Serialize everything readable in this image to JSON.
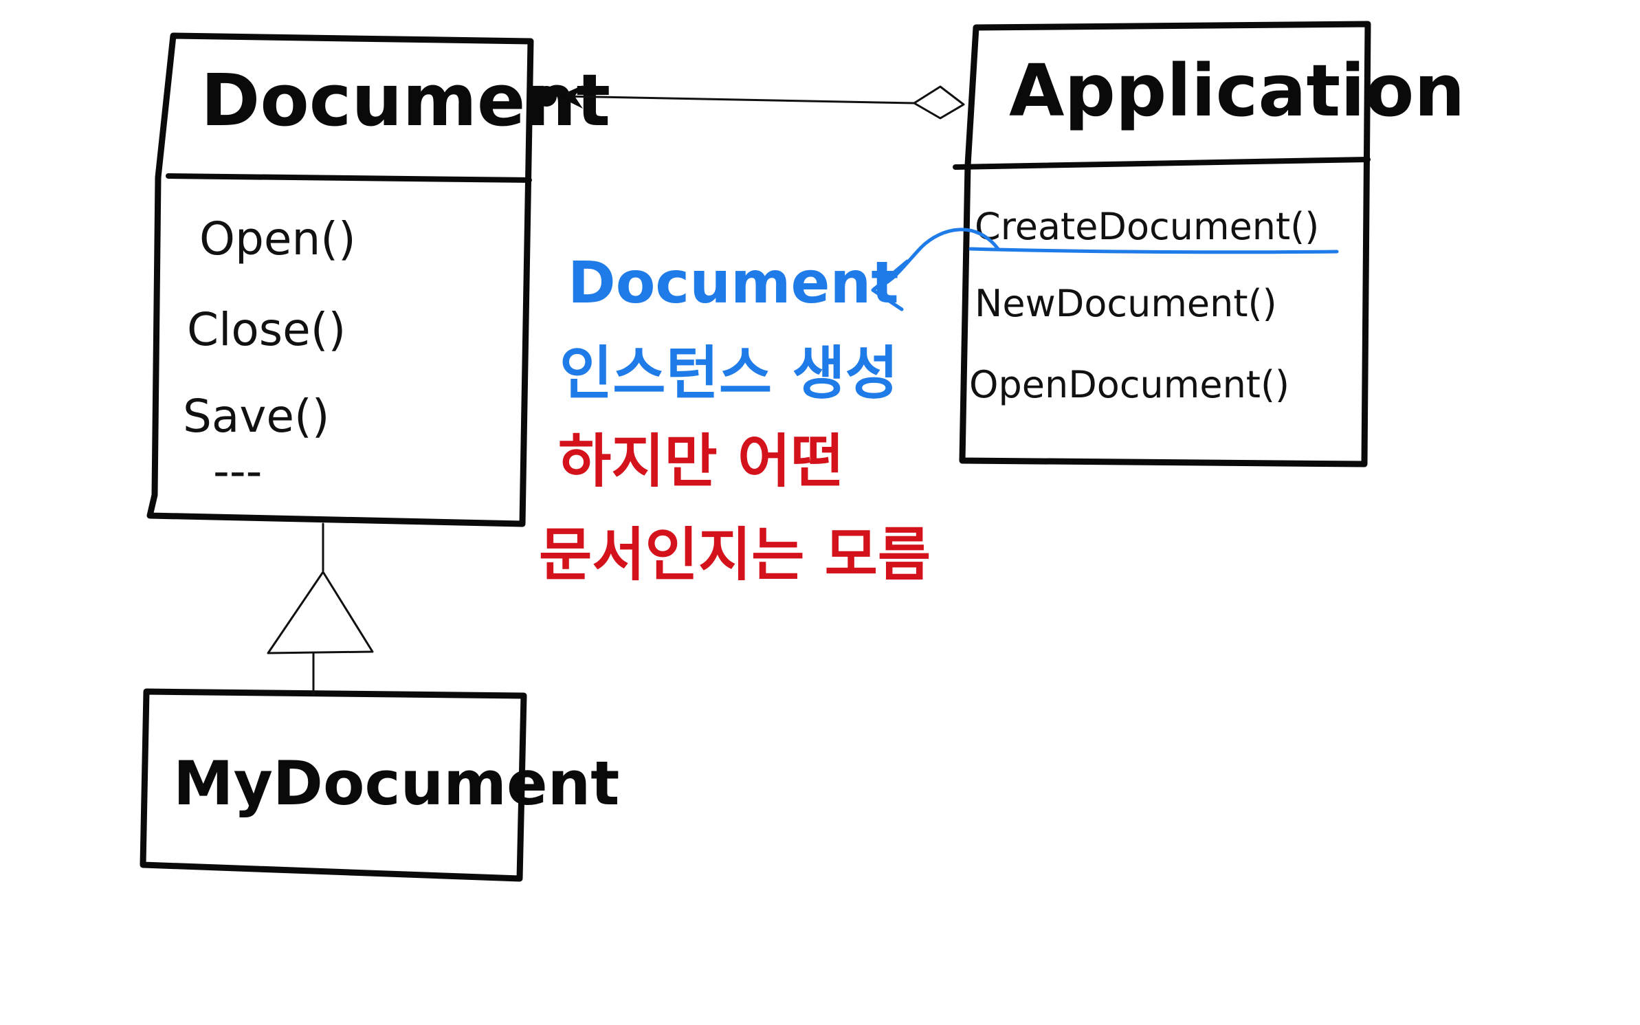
{
  "classes": {
    "document": {
      "name": "Document",
      "methods": [
        "Open()",
        "Close()",
        "Save()",
        "---"
      ]
    },
    "application": {
      "name": "Application",
      "methods": [
        "CreateDocument()",
        "NewDocument()",
        "OpenDocument()"
      ]
    },
    "my_document": {
      "name": "MyDocument"
    }
  },
  "annotation": {
    "blue_line1": "Document",
    "blue_line2": "인스턴스 생성",
    "red_line1": "하지만 어떤",
    "red_line2": "문서인지는 모름"
  },
  "colors": {
    "ink": "#0a0a0a",
    "blue": "#1e7be8",
    "red": "#d4121b"
  }
}
